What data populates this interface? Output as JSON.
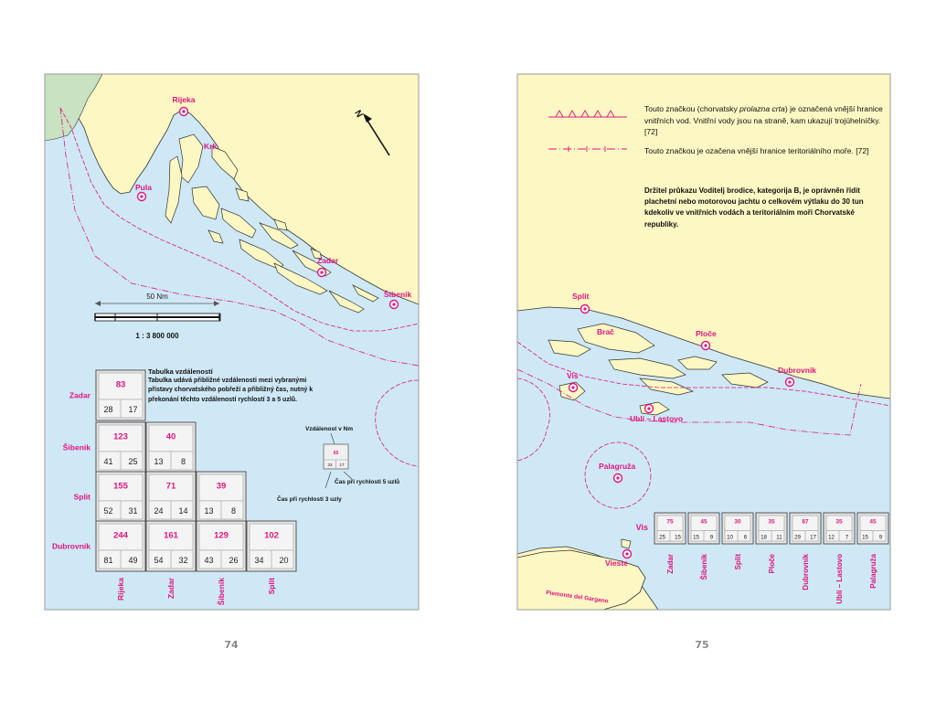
{
  "colors": {
    "sea": "#cfe8f6",
    "land": "#fdf7c3",
    "foreign_land": "#c8e2c2",
    "accent": "#e0157f",
    "border": "#9a9a9a"
  },
  "left_page": {
    "number": "74",
    "compass_letter": "N",
    "scale_distance": "50 Nm",
    "scale_ratio": "1 : 3 800 000",
    "cities": [
      {
        "id": "rijeka",
        "name": "Rijeka"
      },
      {
        "id": "krk",
        "name": "Krk"
      },
      {
        "id": "pula",
        "name": "Pula"
      },
      {
        "id": "zadar",
        "name": "Zadar"
      },
      {
        "id": "sibenik",
        "name": "Šibenik"
      }
    ],
    "distance_table": {
      "title": "Tabulka vzdáleností",
      "description": "Tabulka udává přibližné vzdálenosti mezi vybranými přístavy chorvatského pobřeží a přibližný čas, nutný k překonání těchto vzdáleností rychlostí 3 a 5 uzlů.",
      "row_labels": [
        "Zadar",
        "Šibenik",
        "Split",
        "Dubrovnik"
      ],
      "col_labels": [
        "Rijeka",
        "Zadar",
        "Šibenik",
        "Split"
      ],
      "cells": [
        [
          {
            "nm": "83",
            "t3": "28",
            "t5": "17"
          }
        ],
        [
          {
            "nm": "123",
            "t3": "41",
            "t5": "25"
          },
          {
            "nm": "40",
            "t3": "13",
            "t5": "8"
          }
        ],
        [
          {
            "nm": "155",
            "t3": "52",
            "t5": "31"
          },
          {
            "nm": "71",
            "t3": "24",
            "t5": "14"
          },
          {
            "nm": "39",
            "t3": "13",
            "t5": "8"
          }
        ],
        [
          {
            "nm": "244",
            "t3": "81",
            "t5": "49"
          },
          {
            "nm": "161",
            "t3": "54",
            "t5": "32"
          },
          {
            "nm": "129",
            "t3": "43",
            "t5": "26"
          },
          {
            "nm": "102",
            "t3": "34",
            "t5": "20"
          }
        ]
      ],
      "key": {
        "distance_label": "Vzdálenost v Nm",
        "speed5_label": "Čas při rychlosti 5 uzlů",
        "speed3_label": "Čas při rychlosti 3 uzly",
        "nm": "65",
        "t3": "33",
        "t5": "17"
      }
    }
  },
  "right_page": {
    "number": "75",
    "legend": {
      "internal_pre": "Touto značkou (chorvatsky ",
      "internal_italic": "prolazna crta",
      "internal_post": ") je označená vnější hranice vnitřních vod. Vnitřní vody jsou na straně, kam ukazují trojúhelníčky. [72]",
      "territorial": "Touto značkou je ozačena vnější hranice teritoriálního moře. [72]",
      "owner_note": "Držitel průkazu Voditelj brodice, kategorija B, je oprávněn řídit plachetní nebo motorovou jachtu o celkovém výtlaku do 30 tun kdekoliv ve vnitřních vodách a teritoriálním moři Chorvatské republiky."
    },
    "cities": [
      {
        "id": "split",
        "name": "Split"
      },
      {
        "id": "brac",
        "name": "Brač"
      },
      {
        "id": "ploce",
        "name": "Ploče"
      },
      {
        "id": "vis",
        "name": "Vis"
      },
      {
        "id": "dubrovnik",
        "name": "Dubrovnik"
      },
      {
        "id": "ubli",
        "name": "Ubli – Lastovo"
      },
      {
        "id": "palagruza",
        "name": "Palagruža"
      },
      {
        "id": "vieste",
        "name": "Vieste"
      },
      {
        "id": "piemonte",
        "name": "Piemonte del Gargano"
      }
    ],
    "vis_table": {
      "row_label": "Vis",
      "columns": [
        {
          "name": "Zadar",
          "nm": "75",
          "t3": "25",
          "t5": "15"
        },
        {
          "name": "Šibenik",
          "nm": "45",
          "t3": "15",
          "t5": "9"
        },
        {
          "name": "Split",
          "nm": "30",
          "t3": "10",
          "t5": "6"
        },
        {
          "name": "Ploče",
          "nm": "35",
          "t3": "18",
          "t5": "11"
        },
        {
          "name": "Dubrovnik",
          "nm": "87",
          "t3": "29",
          "t5": "17"
        },
        {
          "name": "Ubli – Lastovo",
          "nm": "35",
          "t3": "12",
          "t5": "7"
        },
        {
          "name": "Palagruža",
          "nm": "45",
          "t3": "15",
          "t5": "9"
        }
      ]
    }
  }
}
